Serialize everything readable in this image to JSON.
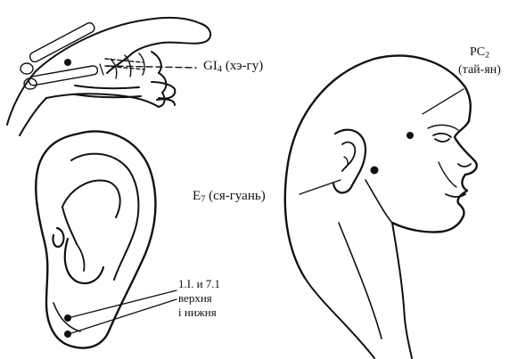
{
  "figure": {
    "labels": {
      "gi4": {
        "code": "GI",
        "sub": "4",
        "name": "(хэ-гу)"
      },
      "pc2": {
        "code": "PC",
        "sub": "2",
        "name": "(тай-ян)"
      },
      "e7": {
        "code": "E",
        "sub": "7",
        "name": "(ся-гуань)"
      },
      "ear_points": {
        "line1": "1.I. и 7.1",
        "line2": "верхня",
        "line3": "і нижня"
      }
    },
    "icons": {
      "hand": "hand-illustration-icon",
      "ear": "ear-illustration-icon",
      "head": "head-profile-illustration-icon"
    },
    "colors": {
      "ink": "#111111",
      "background": "#ffffff"
    }
  }
}
